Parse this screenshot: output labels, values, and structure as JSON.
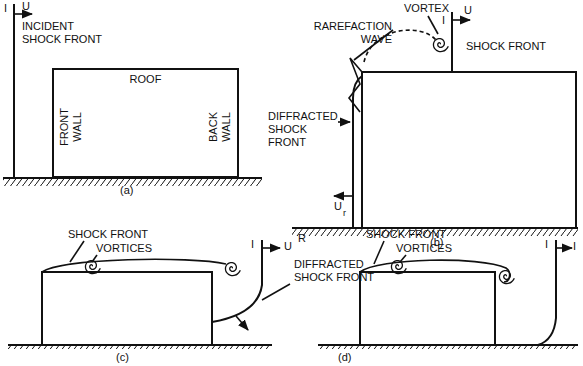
{
  "diagram": {
    "nodes": [
      {
        "text": [
          "ROOF",
          "FRONT WALL",
          "BACK WALL"
        ]
      }
    ],
    "labels": [
      "I",
      "U",
      "INCIDENT SHOCK FRONT",
      "(a)",
      "VORTEX",
      "RAREFACTION WAVE",
      "I",
      "U",
      "SHOCK FRONT",
      "DIFFRACTED SHOCK FRONT",
      "U",
      "r",
      "R",
      "(b)",
      "SHOCK FRONT",
      "VORTICES",
      "I",
      "U",
      "DIFFRACTED SHOCK FRONT",
      "(c)",
      "SHOCK FRONT",
      "VORTICES",
      "I",
      "I",
      "(d)"
    ]
  }
}
